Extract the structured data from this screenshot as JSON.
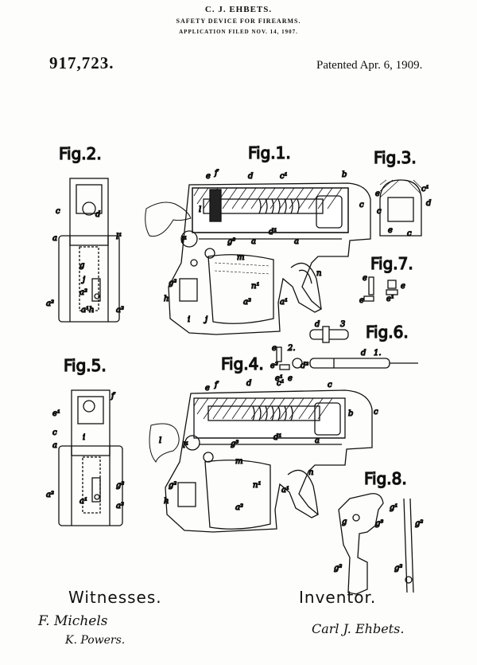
{
  "header": {
    "inventor_name": "C. J. EHBETS.",
    "title": "SAFETY DEVICE FOR FIREARMS.",
    "application": "APPLICATION FILED NOV. 14, 1907.",
    "patent_number": "917,723.",
    "patented": "Patented Apr. 6, 1909."
  },
  "figures": {
    "fig1": "Fig.1.",
    "fig2": "Fig.2.",
    "fig3": "Fig.3.",
    "fig4": "Fig.4.",
    "fig5": "Fig.5.",
    "fig6": "Fig.6.",
    "fig7": "Fig.7.",
    "fig8": "Fig.8."
  },
  "footer": {
    "witnesses_label": "Witnesses.",
    "witness_1": "F. Michels",
    "witness_2": "K. Powers.",
    "inventor_label": "Inventor.",
    "inventor_signature": "Carl J. Ehbets."
  },
  "colors": {
    "ink": "#111111",
    "paper": "#fdfdfb"
  }
}
